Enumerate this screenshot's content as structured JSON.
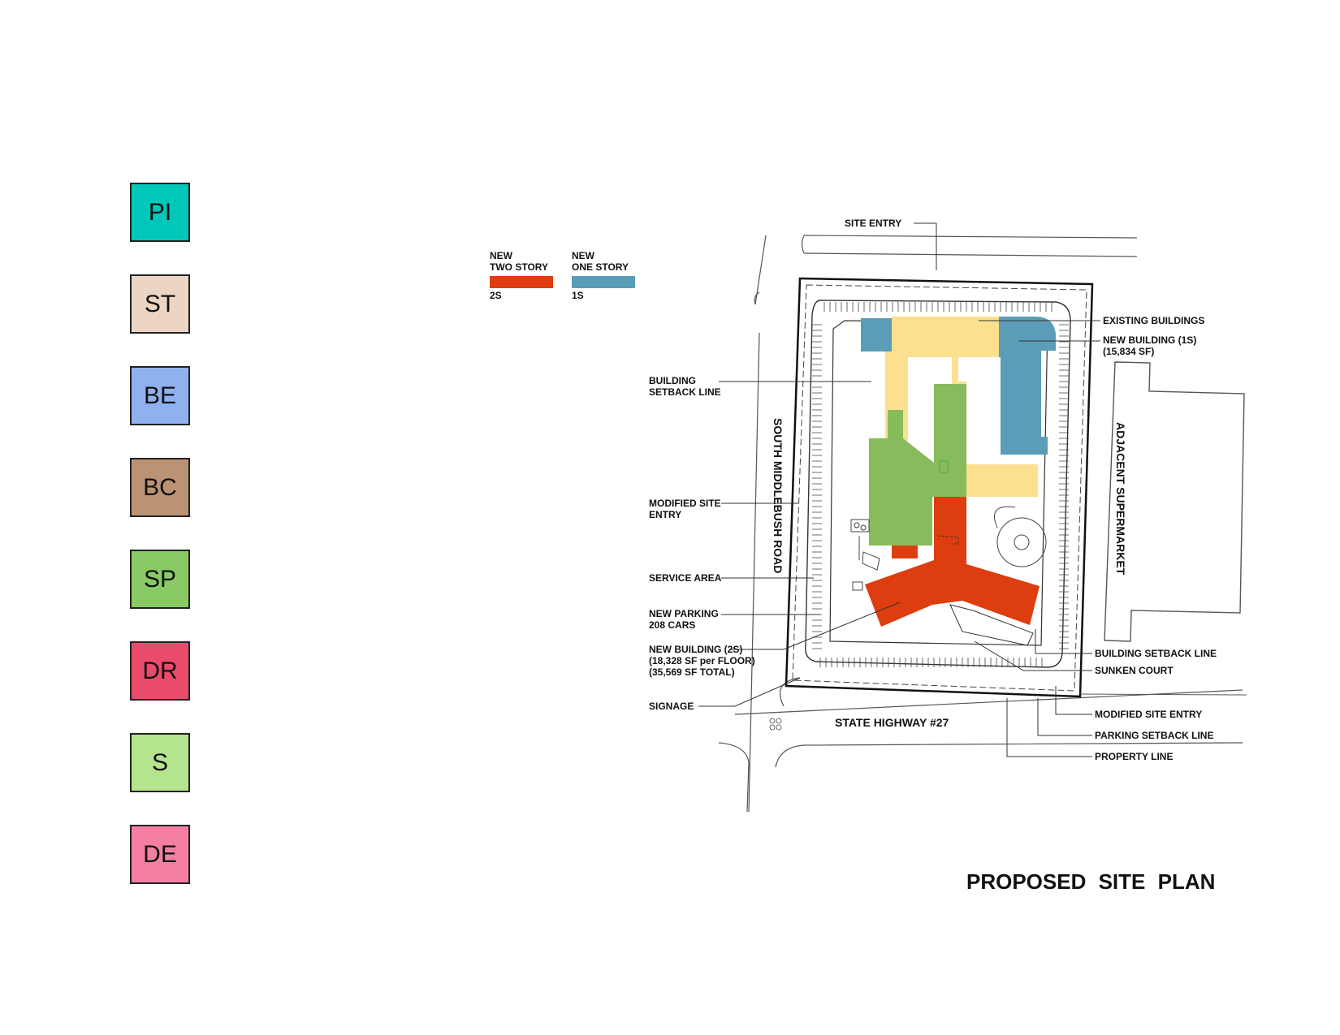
{
  "nav": [
    {
      "id": "pi",
      "label": "PI",
      "color": "#00c8b8"
    },
    {
      "id": "st",
      "label": "ST",
      "color": "#edd5c3"
    },
    {
      "id": "be",
      "label": "BE",
      "color": "#8fb2ef"
    },
    {
      "id": "bc",
      "label": "BC",
      "color": "#bc9274"
    },
    {
      "id": "sp",
      "label": "SP",
      "color": "#89ca64"
    },
    {
      "id": "dr",
      "label": "DR",
      "color": "#ea4b6a"
    },
    {
      "id": "s",
      "label": "S",
      "color": "#b5e48f"
    },
    {
      "id": "de",
      "label": "DE",
      "color": "#f47fa3"
    }
  ],
  "legend": {
    "two_story": {
      "line1": "NEW",
      "line2": "TWO STORY",
      "code": "2S",
      "color": "#dd3d0f"
    },
    "one_story": {
      "line1": "NEW",
      "line2": "ONE STORY",
      "code": "1S",
      "color": "#5b9cb6"
    }
  },
  "colors": {
    "existing": "#fbe08f",
    "green_building": "#88bb5c"
  },
  "roads": {
    "south_middlebush": "SOUTH MIDDLEBUSH ROAD",
    "highway": "STATE HIGHWAY #27",
    "supermarket": "ADJACENT SUPERMARKET"
  },
  "labels": {
    "site_entry": "SITE ENTRY",
    "existing_buildings": "EXISTING BUILDINGS",
    "new_building_1s_a": "NEW BUILDING (1S)",
    "new_building_1s_b": "(15,834 SF)",
    "setback_a": "BUILDING",
    "setback_b": "SETBACK LINE",
    "mod_entry_a": "MODIFIED SITE",
    "mod_entry_b": "ENTRY",
    "service_area": "SERVICE AREA",
    "new_parking_a": "NEW PARKING",
    "new_parking_b": "208 CARS",
    "new_building_2s_a": "NEW BUILDING (2S)",
    "new_building_2s_b": "(18,328 SF per FLOOR)",
    "new_building_2s_c": "(35,569 SF TOTAL)",
    "signage": "SIGNAGE",
    "building_setback_line": "BUILDING SETBACK LINE",
    "sunken_court": "SUNKEN COURT",
    "modified_site_entry": "MODIFIED SITE ENTRY",
    "parking_setback_line": "PARKING SETBACK LINE",
    "property_line": "PROPERTY LINE"
  },
  "title": "PROPOSED SITE PLAN"
}
